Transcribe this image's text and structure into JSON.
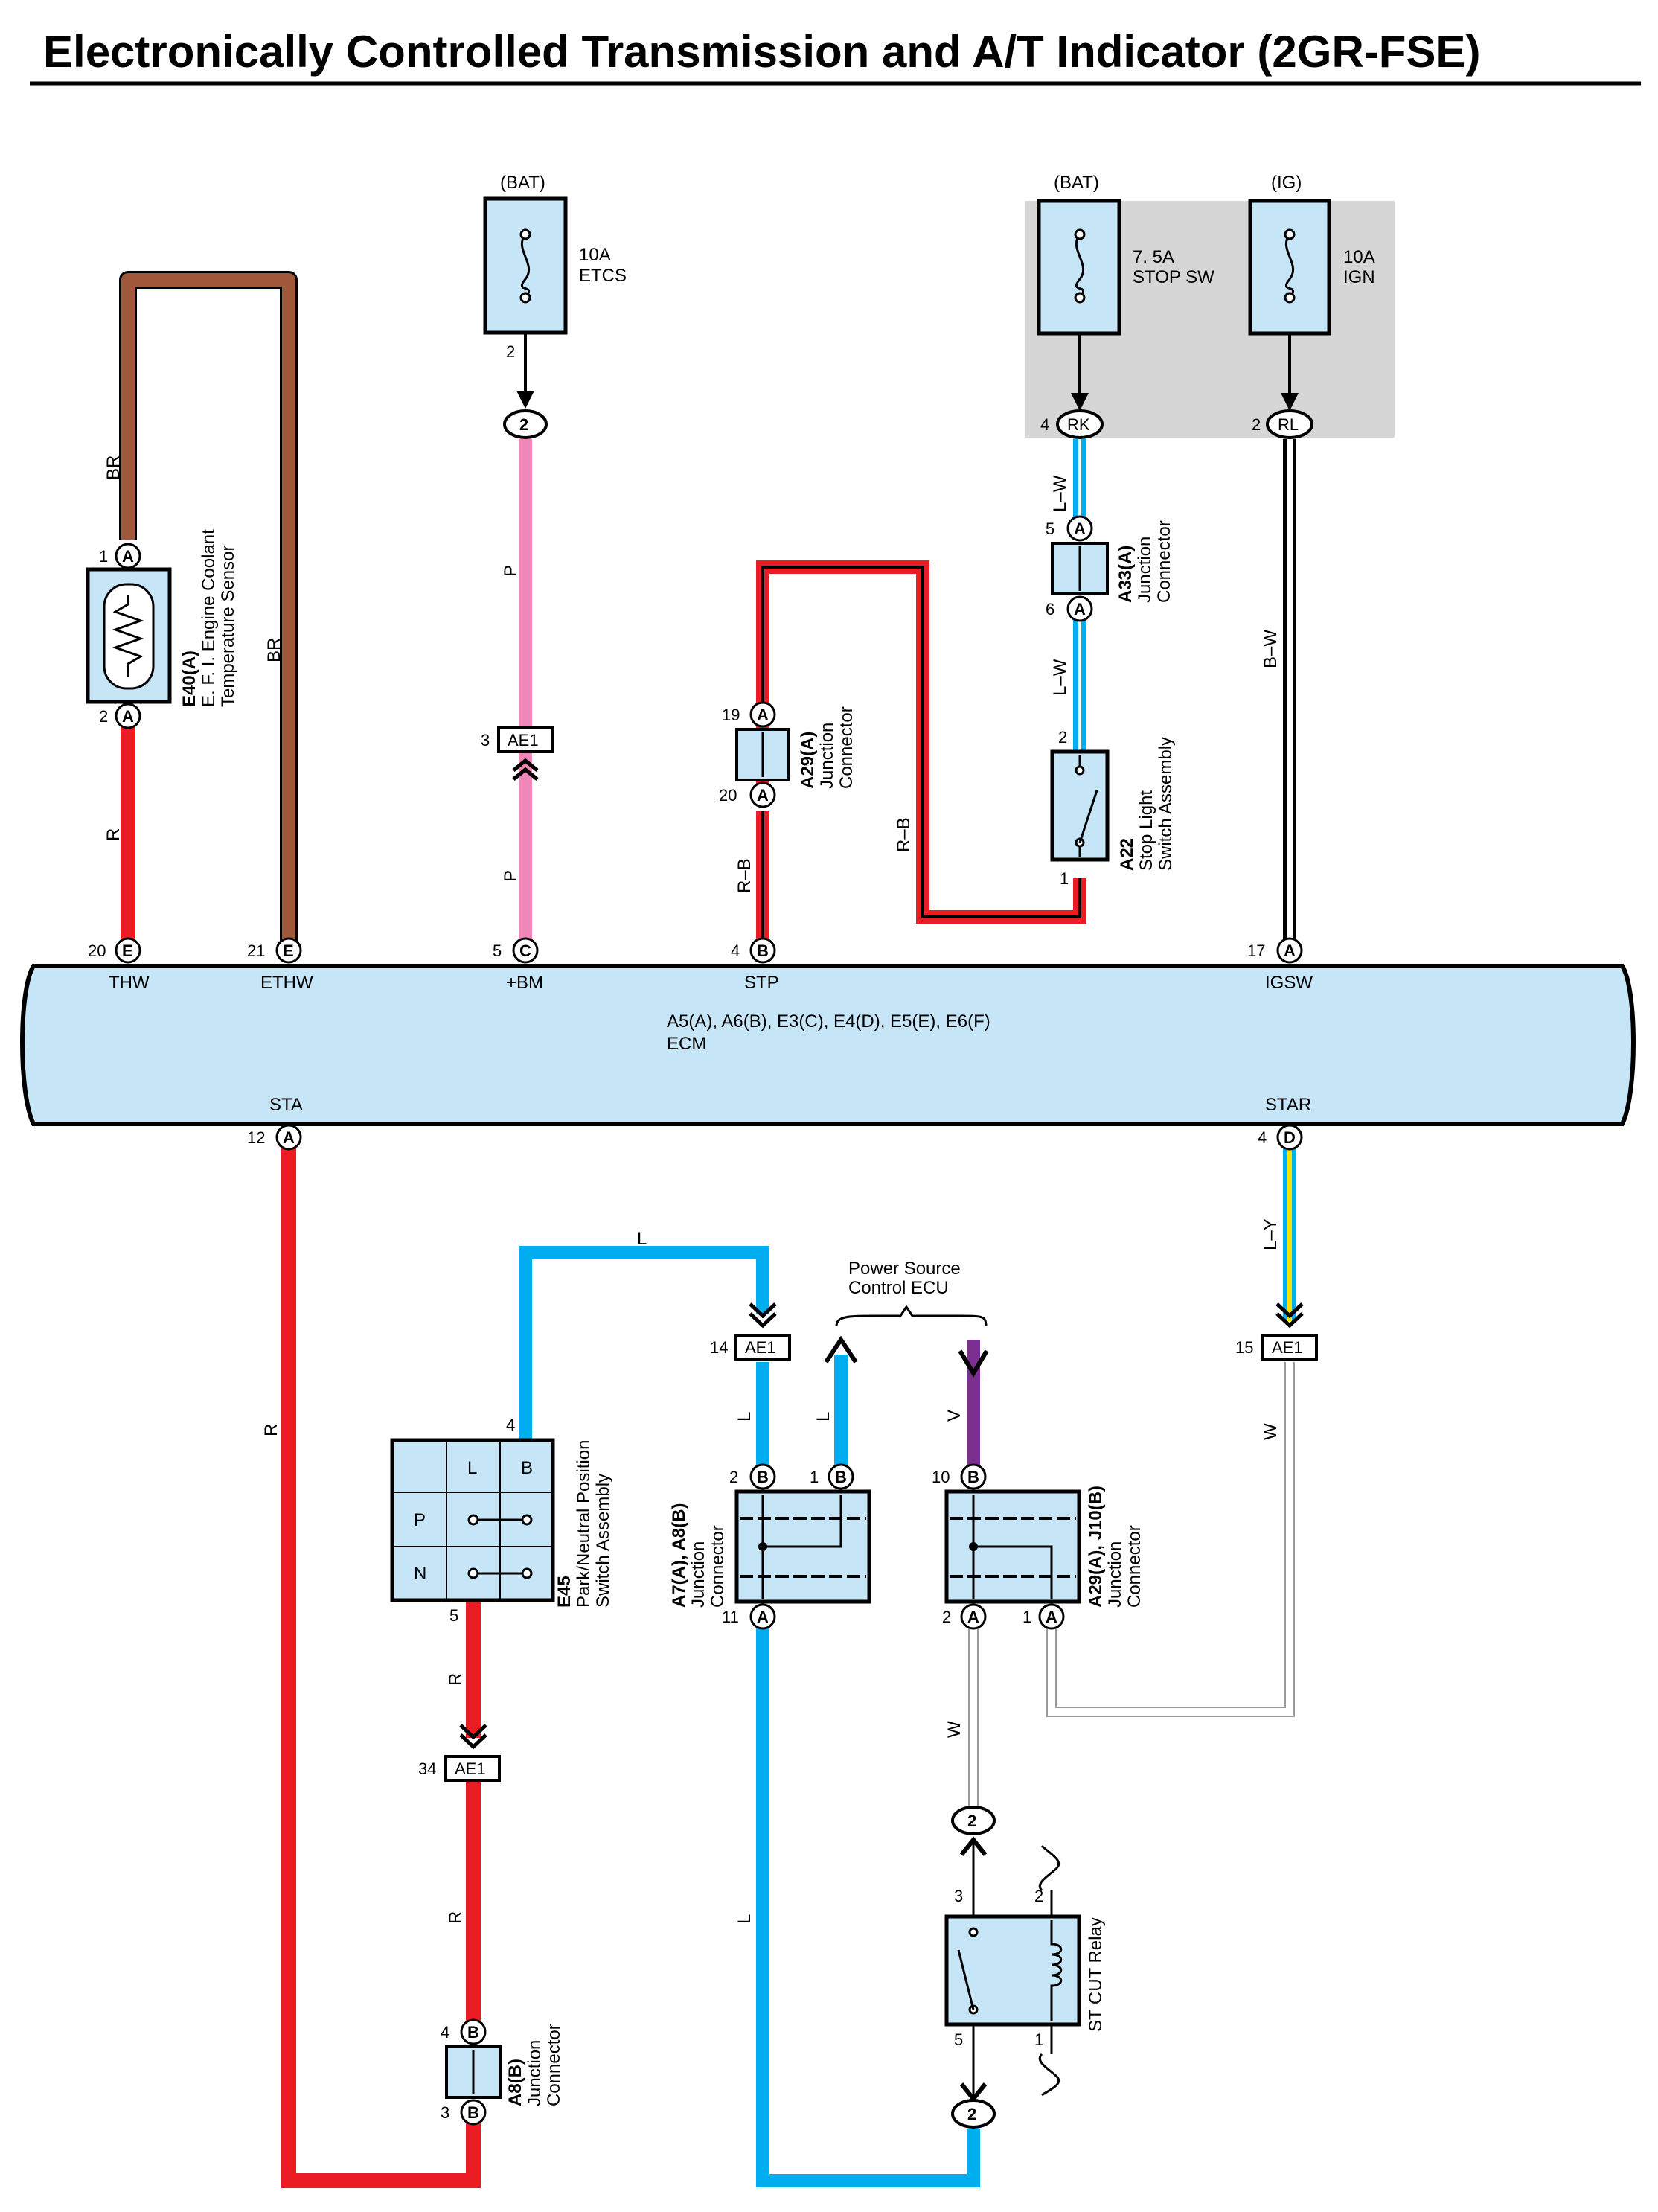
{
  "title": "Electronically Controlled Transmission and A/T Indicator (2GR-FSE)",
  "colors": {
    "brown": "#a0583a",
    "red": "#ec1c24",
    "pink": "#f087b9",
    "blue": "#00aeef",
    "violet": "#7b2f91",
    "yellow": "#f5e400",
    "white_wire": "#bbbbbb",
    "component_fill": "#c6e6f8",
    "shade": "#d6d6d6"
  },
  "fuses": {
    "etcs": {
      "source": "(BAT)",
      "amp": "10A",
      "name": "ETCS",
      "pin": "2",
      "connector": "2"
    },
    "stop_sw": {
      "source": "(BAT)",
      "amp": "7. 5A",
      "name": "STOP SW",
      "pin": "4",
      "connector": "RK"
    },
    "ign": {
      "source": "(IG)",
      "amp": "10A",
      "name": "IGN",
      "pin": "2",
      "connector": "RL"
    }
  },
  "wire_labels": {
    "br_1": "BR",
    "br_2": "BR",
    "r_1": "R",
    "p_1": "P",
    "p_2": "P",
    "rb_1": "R–B",
    "rb_2": "R–B",
    "lw_1": "L–W",
    "lw_2": "L–W",
    "bw": "B–W",
    "r_sta": "R",
    "l_top": "L",
    "l_mid": "L",
    "l_src": "L",
    "l_low": "L",
    "v_src": "V",
    "w_relay": "W",
    "ly": "L–Y",
    "w_ae1": "W",
    "r_e45": "R",
    "r_low": "R"
  },
  "components": {
    "e40": {
      "id": "E40(A)",
      "name_1": "E. F. I. Engine Coolant",
      "name_2": "Temperature Sensor",
      "pin_top": "1",
      "pin_top_conn": "A",
      "pin_bot": "2",
      "pin_bot_conn": "A"
    },
    "a29_top": {
      "id": "A29(A)",
      "name_1": "Junction",
      "name_2": "Connector",
      "pin_top": "19",
      "pin_top_conn": "A",
      "pin_bot": "20",
      "pin_bot_conn": "A"
    },
    "a33": {
      "id": "A33(A)",
      "name_1": "Junction",
      "name_2": "Connector",
      "pin_top": "5",
      "pin_top_conn": "A",
      "pin_bot": "6",
      "pin_bot_conn": "A"
    },
    "a22": {
      "id": "A22",
      "name_1": "Stop Light",
      "name_2": "Switch Assembly",
      "pin_top": "2",
      "pin_bot": "1"
    },
    "e45": {
      "id": "E45",
      "name_1": "Park/Neutral Position",
      "name_2": "Switch Assembly",
      "col_l": "L",
      "col_b": "B",
      "row_p": "P",
      "row_n": "N",
      "pin_top": "4",
      "pin_bot": "5"
    },
    "a7a8": {
      "id": "A7(A), A8(B)",
      "name_1": "Junction",
      "name_2": "Connector",
      "pin_2": "2",
      "pin_2_conn": "B",
      "pin_1": "1",
      "pin_1_conn": "B",
      "pin_11": "11",
      "pin_11_conn": "A"
    },
    "a29j10": {
      "id": "A29(A), J10(B)",
      "name_1": "Junction",
      "name_2": "Connector",
      "pin_10": "10",
      "pin_10_conn": "B",
      "pin_2": "2",
      "pin_2_conn": "A",
      "pin_1": "1",
      "pin_1_conn": "A"
    },
    "a8b": {
      "id": "A8(B)",
      "name_1": "Junction",
      "name_2": "Connector",
      "pin_top": "4",
      "pin_top_conn": "B",
      "pin_bot": "3",
      "pin_bot_conn": "B"
    },
    "relay": {
      "name": "ST CUT Relay",
      "pin_3": "3",
      "pin_2": "2",
      "pin_5": "5",
      "pin_1": "1",
      "conn_top": "2",
      "conn_bot": "2"
    },
    "power_source_ecu": {
      "line_1": "Power Source",
      "line_2": "Control ECU"
    }
  },
  "ae1": {
    "label": "AE1",
    "p_pin": "3",
    "l_pin": "14",
    "w_pin": "15",
    "r_pin": "34"
  },
  "ecm": {
    "line_1": "A5(A), A6(B), E3(C), E4(D), E5(E), E6(F)",
    "line_2": "ECM",
    "top_pins": [
      {
        "num": "20",
        "conn": "E",
        "name": "THW"
      },
      {
        "num": "21",
        "conn": "E",
        "name": "ETHW"
      },
      {
        "num": "5",
        "conn": "C",
        "name": "+BM"
      },
      {
        "num": "4",
        "conn": "B",
        "name": "STP"
      },
      {
        "num": "17",
        "conn": "A",
        "name": "IGSW"
      }
    ],
    "bottom_pins": [
      {
        "num": "12",
        "conn": "A",
        "name": "STA"
      },
      {
        "num": "4",
        "conn": "D",
        "name": "STAR"
      }
    ]
  }
}
